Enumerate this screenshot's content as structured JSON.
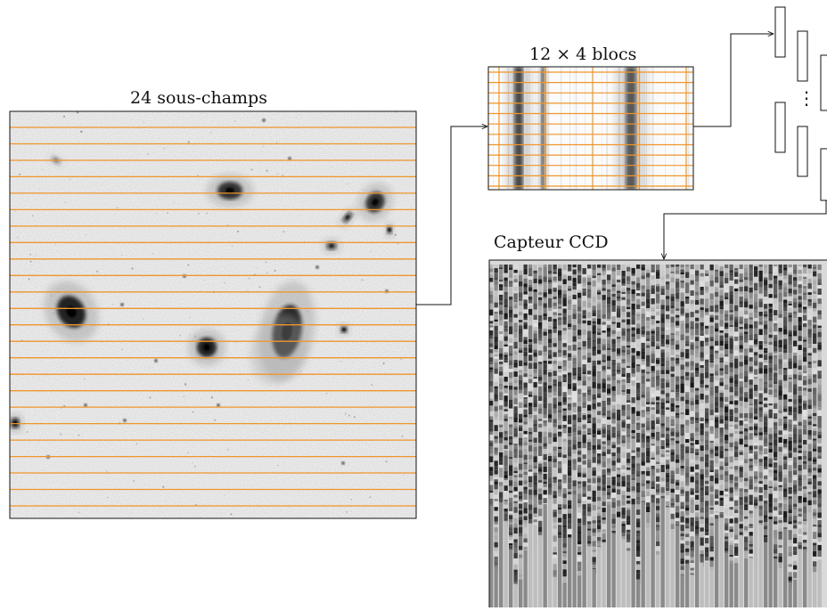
{
  "labels": {
    "subfields": "24 sous-champs",
    "blocks": "12 × 4 blocs",
    "sensor": "Capteur CCD",
    "ellipsis": "⋮"
  },
  "grid": {
    "subfield_rows": 24,
    "block_rows": 12,
    "block_cols": 4
  },
  "colors": {
    "grid_line": "#f0952a",
    "frame": "#111111",
    "arrow": "#111111",
    "sky_background": "#f5f5f5",
    "sensor_background": "#3a3a3a"
  },
  "icons": {
    "connector": "right-arrow-icon",
    "down_connector": "down-arrow-icon"
  }
}
